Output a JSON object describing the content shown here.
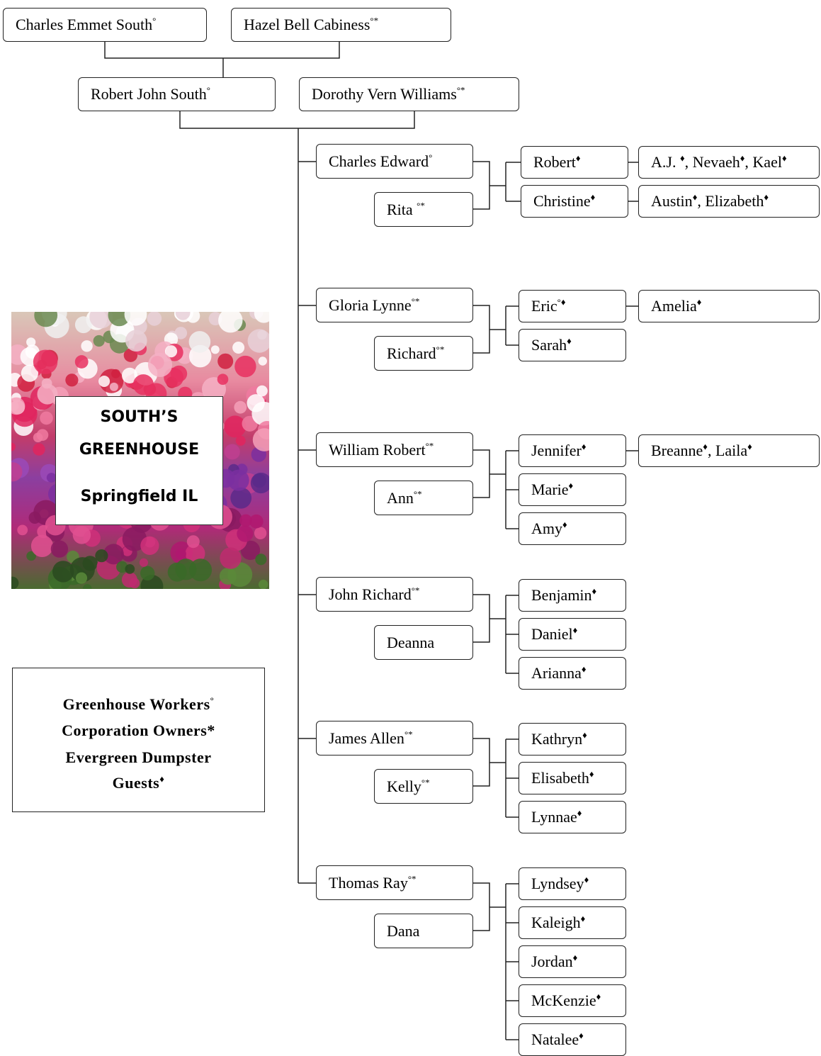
{
  "grandparents": [
    {
      "name": "Charles Emmet South",
      "mark": "°"
    },
    {
      "name": "Hazel Bell Cabiness",
      "mark": "°*"
    }
  ],
  "parents": [
    {
      "name": "Robert John South",
      "mark": "°"
    },
    {
      "name": "Dorothy Vern Williams",
      "mark": "°*"
    }
  ],
  "families": [
    {
      "child": {
        "name": "Charles Edward",
        "mark": "°"
      },
      "spouse": {
        "name": "Rita ",
        "mark": "°*"
      },
      "kids": [
        {
          "name": "Robert",
          "mark": "♦"
        },
        {
          "name": "Christine",
          "mark": "♦"
        }
      ],
      "grandkids": [
        {
          "row": 0,
          "parts": [
            {
              "name": "A.J. ",
              "mark": "♦"
            },
            {
              "name": ", Nevaeh",
              "mark": "♦"
            },
            {
              "name": ", Kael",
              "mark": "♦"
            }
          ]
        },
        {
          "row": 1,
          "parts": [
            {
              "name": "Austin",
              "mark": "♦"
            },
            {
              "name": ", Elizabeth",
              "mark": "♦"
            }
          ]
        }
      ]
    },
    {
      "child": {
        "name": "Gloria Lynne",
        "mark": "°*"
      },
      "spouse": {
        "name": "Richard",
        "mark": "°*"
      },
      "kids": [
        {
          "name": "Eric",
          "mark": "°♦"
        },
        {
          "name": "Sarah",
          "mark": "♦"
        }
      ],
      "grandkids": [
        {
          "row": 0,
          "parts": [
            {
              "name": "Amelia",
              "mark": "♦"
            }
          ]
        }
      ]
    },
    {
      "child": {
        "name": "William Robert",
        "mark": "°*"
      },
      "spouse": {
        "name": "Ann",
        "mark": "°*"
      },
      "kids": [
        {
          "name": "Jennifer",
          "mark": "♦"
        },
        {
          "name": "Marie",
          "mark": "♦"
        },
        {
          "name": "Amy",
          "mark": "♦"
        }
      ],
      "grandkids": [
        {
          "row": 0,
          "parts": [
            {
              "name": "Breanne",
              "mark": "♦"
            },
            {
              "name": ", Laila",
              "mark": "♦"
            }
          ]
        }
      ]
    },
    {
      "child": {
        "name": "John Richard",
        "mark": "°*"
      },
      "spouse": {
        "name": "Deanna",
        "mark": ""
      },
      "kids": [
        {
          "name": "Benjamin",
          "mark": "♦"
        },
        {
          "name": "Daniel",
          "mark": "♦"
        },
        {
          "name": "Arianna",
          "mark": "♦"
        }
      ],
      "grandkids": []
    },
    {
      "child": {
        "name": "James Allen",
        "mark": "°*"
      },
      "spouse": {
        "name": "Kelly",
        "mark": "°*"
      },
      "kids": [
        {
          "name": "Kathryn",
          "mark": "♦"
        },
        {
          "name": "Elisabeth",
          "mark": "♦"
        },
        {
          "name": "Lynnae",
          "mark": "♦"
        }
      ],
      "grandkids": []
    },
    {
      "child": {
        "name": "Thomas Ray",
        "mark": "°*"
      },
      "spouse": {
        "name": "Dana",
        "mark": ""
      },
      "kids": [
        {
          "name": "Lyndsey",
          "mark": "♦"
        },
        {
          "name": "Kaleigh",
          "mark": "♦"
        },
        {
          "name": "Jordan",
          "mark": "♦"
        },
        {
          "name": "McKenzie",
          "mark": "♦"
        },
        {
          "name": "Natalee",
          "mark": "♦"
        }
      ],
      "grandkids": []
    }
  ],
  "sign": {
    "line1": "SOUTH’S",
    "line2": "GREENHOUSE",
    "line3": "Springfield IL"
  },
  "legend": [
    {
      "name": "Greenhouse Workers",
      "mark": "°"
    },
    {
      "name": "Corporation Owners*",
      "mark": ""
    },
    {
      "name": "Evergreen Dumpster",
      "mark": ""
    },
    {
      "name": "Guests",
      "mark": "♦"
    }
  ],
  "colors": {
    "line": "#222222",
    "box_border": "#222222",
    "background": "#ffffff"
  }
}
